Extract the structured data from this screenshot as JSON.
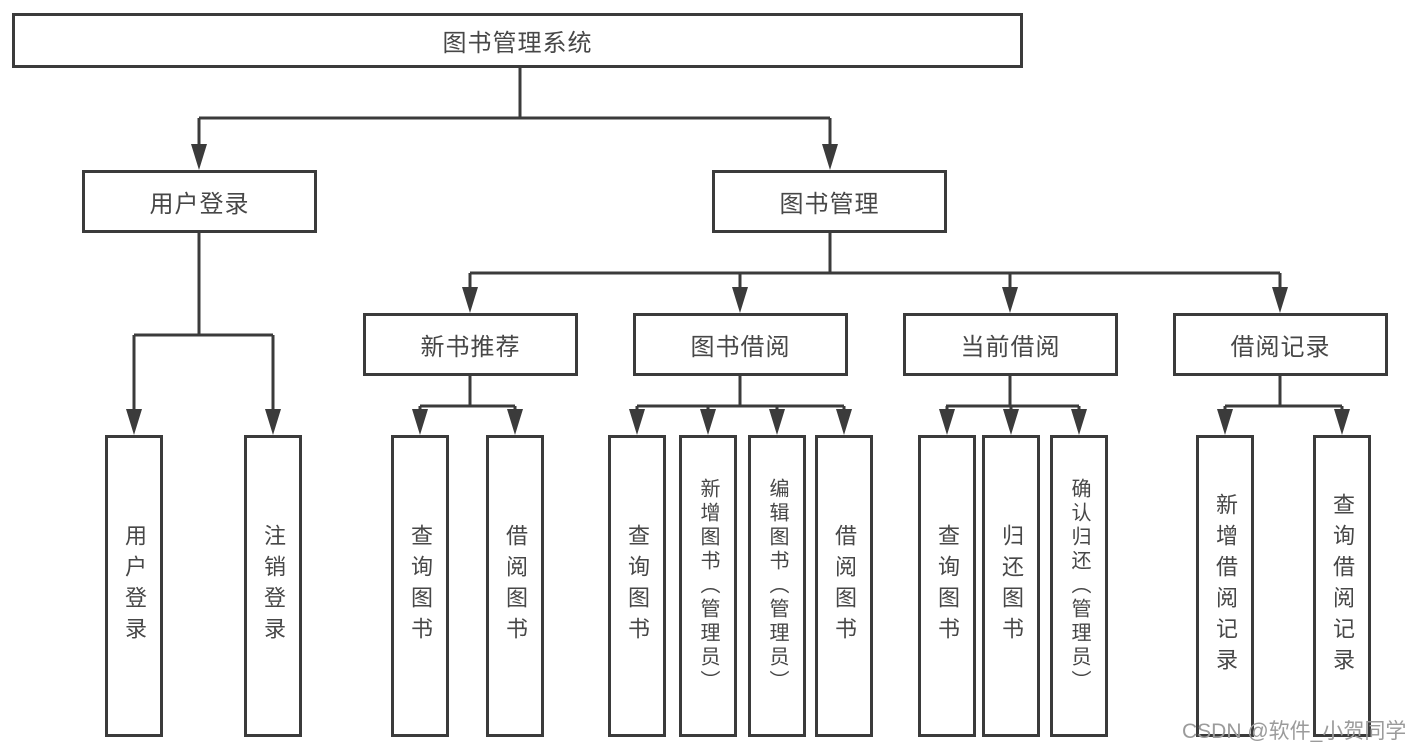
{
  "diagram": {
    "title": "图书管理系统",
    "level2": [
      "用户登录",
      "图书管理"
    ],
    "level3": [
      "新书推荐",
      "图书借阅",
      "当前借阅",
      "借阅记录"
    ],
    "leaves": {
      "user_login": [
        "用户登录",
        "注销登录"
      ],
      "new_book": [
        "查询图书",
        "借阅图书"
      ],
      "book_borrow": [
        "查询图书",
        "新增图书（管理员）",
        "编辑图书（管理员）",
        "借阅图书"
      ],
      "current_borrow": [
        "查询图书",
        "归还图书",
        "确认归还（管理员）"
      ],
      "borrow_records": [
        "新增借阅记录",
        "查询借阅记录"
      ]
    }
  },
  "watermark": "CSDN @软件_小贺同学",
  "colors": {
    "line": "#3b3b3b",
    "box_border": "#3b3b3b",
    "box_fill": "#ffffff",
    "text": "#474747",
    "watermark": "#9b9b9b",
    "background": "#ffffff"
  }
}
